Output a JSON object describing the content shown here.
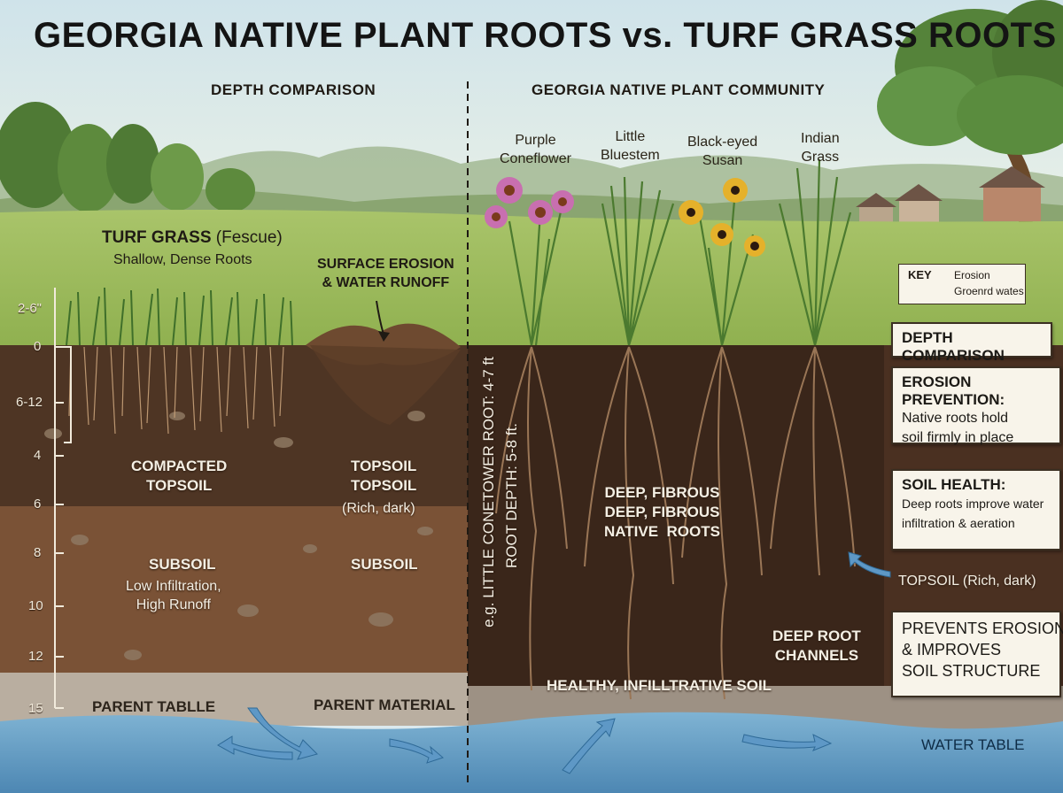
{
  "title": "GEORGIA NATIVE PLANT ROOTS vs. TURF GRASS ROOTS",
  "left_header": "DEPTH COMPARISON",
  "right_header": "GEORGIA NATIVE PLANT COMMUNITY",
  "turf": {
    "name": "TURF GRASS",
    "variety": "(Fescue)",
    "desc": "Shallow, Dense Roots"
  },
  "erosion_label": "SURFACE EROSION\n& WATER RUNOFF",
  "depth_ticks": [
    "2-6\"",
    "0",
    "6-12",
    "4",
    "6",
    "8",
    "10",
    "12",
    "15"
  ],
  "left_soil": {
    "compacted_topsoil": "COMPACTED\nTOPSOIL",
    "topsoil_bold": "TOPSOIL\nTOPSOIL",
    "topsoil_note": "(Rich, dark)",
    "subsoil": "SUBSOIL",
    "subsoil_note": "Low Infiltration,\nHigh Runoff",
    "subsoil_right": "SUBSOIL",
    "parent_table": "PARENT TABLLE",
    "parent_material": "PARENT MATERIAL"
  },
  "vertical_label": "e.g. LITTLE CONETOWER ROOT: 4-7 ft",
  "vertical_label2": "ROOT DEPTH: 5-8 ft.",
  "plants": [
    "Purple\nConeflower",
    "Little\nBluestem",
    "Black-eyed\nSusan",
    "Indian\nGrass"
  ],
  "native_soil": {
    "deep_roots": "DEEP, FIBROUS\nDEEP, FIBROUS\nNATIVE  ROOTS",
    "healthy_soil": "HEALTHY, INFILLTRATIVE SOIL",
    "deep_channels": "DEEP ROOT\nCHANNELS",
    "topsoil_note": "TOPSOIL (Rich, dark)",
    "water_table": "WATER TABLE"
  },
  "key": {
    "title": "KEY",
    "item1": "Erosion",
    "item2": "Groenrd wates"
  },
  "side_boxes": {
    "depth": "DEPTH COMPARISON",
    "erosion_h": "EROSION PREVENTION:",
    "erosion_b": "Native roots hold\nsoil firmly in place",
    "health_h": "SOIL HEALTH:",
    "health_b": "Deep roots improve water\ninfiltration & aeration",
    "summary": "PREVENTS EROSION\n& IMPROVES\nSOIL STRUCTURE"
  }
}
